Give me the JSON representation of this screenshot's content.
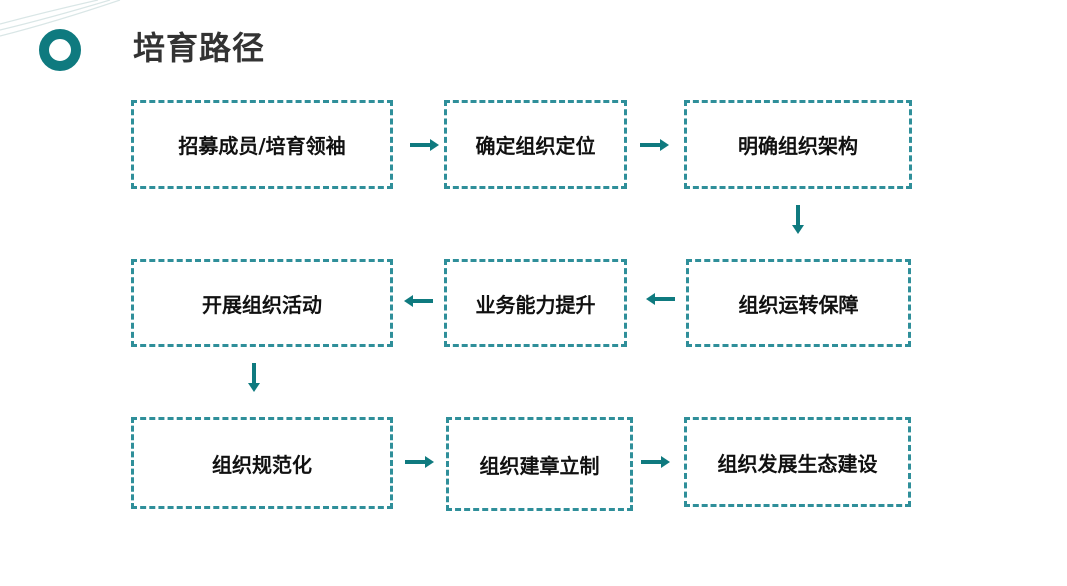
{
  "header": {
    "title": "培育路径"
  },
  "steps": [
    {
      "label": "招募成员/培育领袖"
    },
    {
      "label": "确定组织定位"
    },
    {
      "label": "明确组织架构"
    },
    {
      "label": "组织运转保障"
    },
    {
      "label": "业务能力提升"
    },
    {
      "label": "开展组织活动"
    },
    {
      "label": "组织规范化"
    },
    {
      "label": "组织建章立制"
    },
    {
      "label": "组织发展生态建设"
    }
  ],
  "colors": {
    "accent": "#0f7a7f",
    "border": "#2f8f9a",
    "title_text": "#333333",
    "step_text": "#111111"
  }
}
